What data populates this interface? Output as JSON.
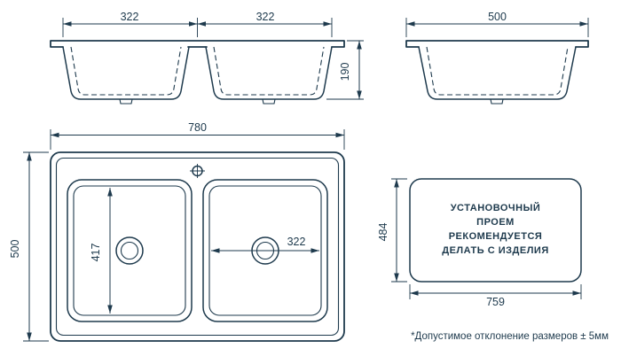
{
  "figure": {
    "front_view": {
      "dim_bowl_left": "322",
      "dim_bowl_right": "322",
      "dim_depth": "190"
    },
    "side_view": {
      "dim_width": "500"
    },
    "plan_view": {
      "dim_length": "780",
      "dim_width": "500",
      "dim_bowl_length": "417",
      "dim_bowl_width": "322"
    },
    "cutout": {
      "dim_height": "484",
      "dim_length": "759",
      "note_lines": [
        "УСТАНОВОЧНЫЙ",
        "ПРОЕМ",
        "РЕКОМЕНДУЕТСЯ",
        "ДЕЛАТЬ С ИЗДЕЛИЯ"
      ]
    },
    "footnote": "*Допустимое отклонение размеров ± 5мм"
  },
  "colors": {
    "line": "#1e3a4d",
    "footnote": "#1e3a4d",
    "background": "#ffffff"
  }
}
